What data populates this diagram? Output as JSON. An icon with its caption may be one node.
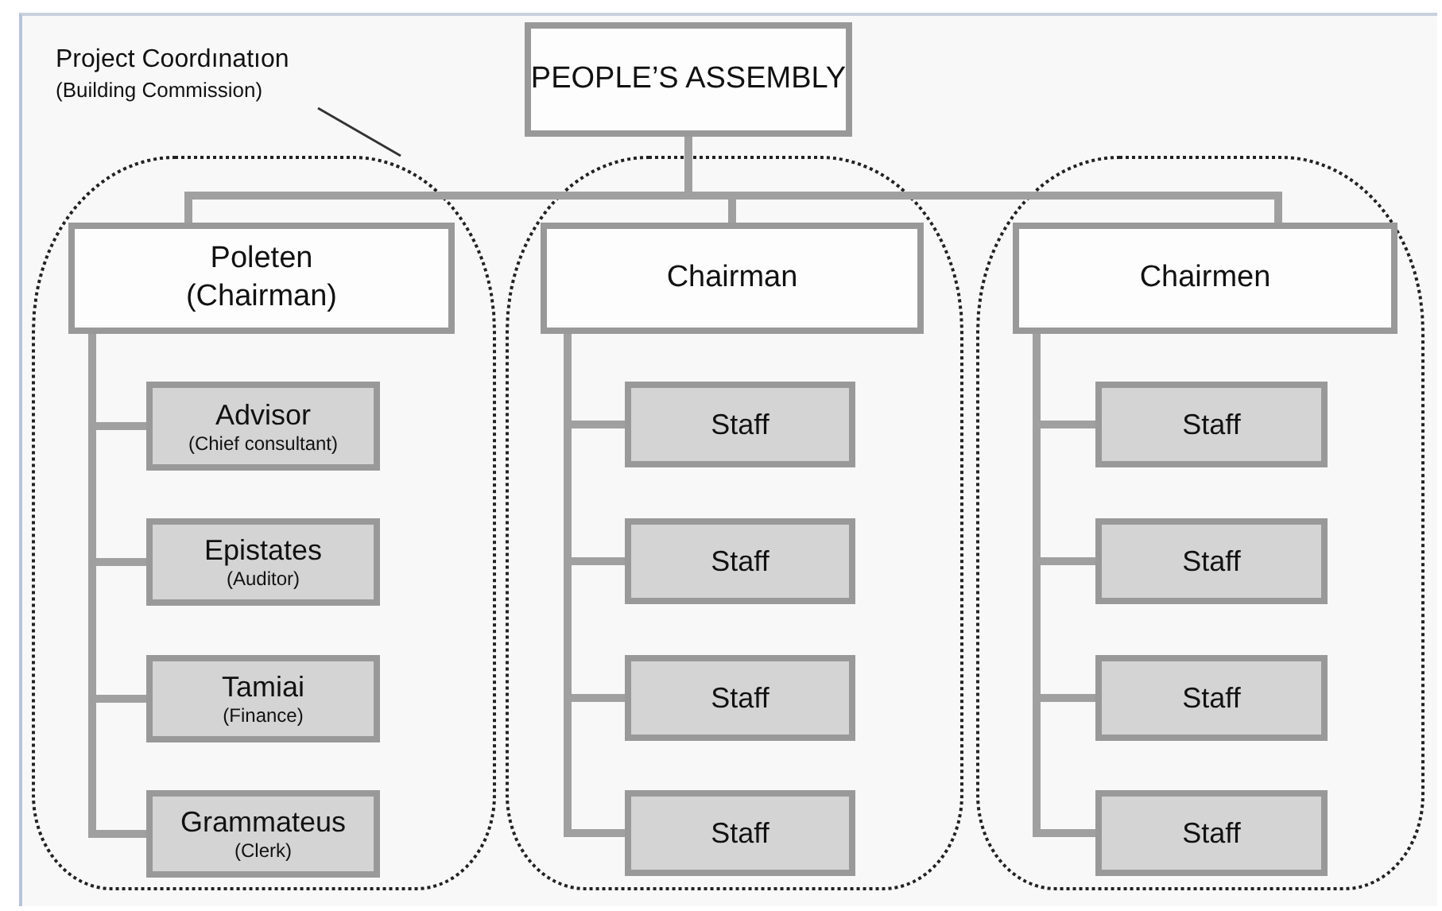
{
  "diagram": {
    "nodes": [
      {
        "text": [
          "Project Coordınatıon",
          "(Building Commission)"
        ]
      },
      {
        "text": [
          "PEOPLE’S ASSEMBLY"
        ]
      },
      {
        "text": [],
        "shape": "box"
      },
      {
        "text": [
          "Poleten (Chairman)"
        ],
        "in": 2
      },
      {
        "text": [
          "Advisor",
          "(Chief consultant)"
        ],
        "in": 2
      },
      {
        "text": [
          "Epistates",
          "(Auditor)"
        ],
        "in": 2
      },
      {
        "text": [
          "Tamiai",
          "(Finance)"
        ],
        "in": 2
      },
      {
        "text": [
          "Grammateus",
          "(Clerk)"
        ],
        "in": 2
      },
      {
        "text": [],
        "shape": "box"
      },
      {
        "text": [
          "Chairman"
        ],
        "in": 8
      },
      {
        "text": [
          "Staff"
        ],
        "in": 8
      },
      {
        "text": [
          "Staff"
        ],
        "in": 8
      },
      {
        "text": [
          "Staff"
        ],
        "in": 8
      },
      {
        "text": [
          "Staff"
        ],
        "in": 8
      },
      {
        "text": [],
        "shape": "box"
      },
      {
        "text": [
          "Chairmen"
        ],
        "in": 14
      },
      {
        "text": [
          "Staff"
        ],
        "in": 14
      },
      {
        "text": [
          "Staff"
        ],
        "in": 14
      },
      {
        "text": [
          "Staff"
        ],
        "in": 14
      },
      {
        "text": [
          "Staff"
        ],
        "in": 14
      }
    ],
    "edges": [
      {
        "from": 0,
        "to": 2,
        "arrow": "none",
        "color": "#333333"
      },
      {
        "from": 1,
        "to": 3,
        "arrow": "none"
      },
      {
        "from": 1,
        "to": 9,
        "arrow": "none"
      },
      {
        "from": 1,
        "to": 15,
        "arrow": "none"
      },
      {
        "from": 3,
        "to": 4,
        "arrow": "none"
      },
      {
        "from": 3,
        "to": 5,
        "arrow": "none"
      },
      {
        "from": 3,
        "to": 6,
        "arrow": "none"
      },
      {
        "from": 3,
        "to": 7,
        "arrow": "none"
      },
      {
        "from": 9,
        "to": 10,
        "arrow": "none"
      },
      {
        "from": 9,
        "to": 11,
        "arrow": "none"
      },
      {
        "from": 9,
        "to": 12,
        "arrow": "none"
      },
      {
        "from": 9,
        "to": 13,
        "arrow": "none"
      },
      {
        "from": 15,
        "to": 16,
        "arrow": "none"
      },
      {
        "from": 15,
        "to": 17,
        "arrow": "none"
      },
      {
        "from": 15,
        "to": 18,
        "arrow": "none"
      },
      {
        "from": 15,
        "to": 19,
        "arrow": "none"
      }
    ]
  }
}
